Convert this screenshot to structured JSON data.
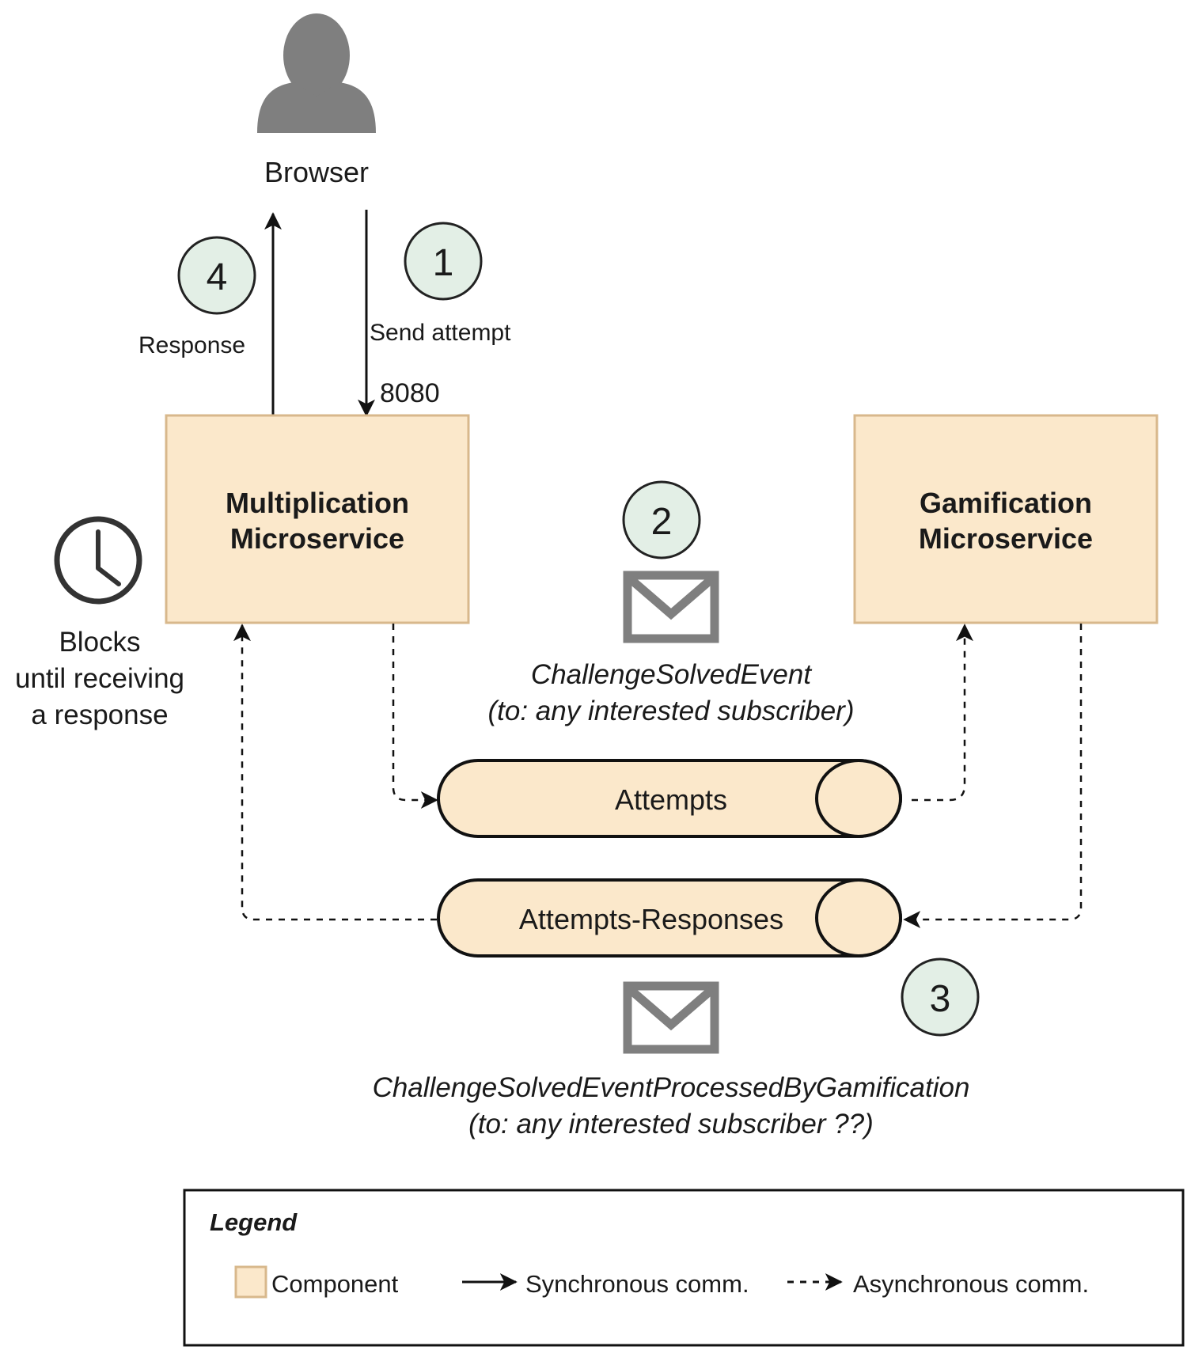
{
  "browser": {
    "label": "Browser"
  },
  "steps": {
    "one": "1",
    "two": "2",
    "three": "3",
    "four": "4"
  },
  "edges": {
    "send_attempt": "Send attempt",
    "port": "8080",
    "response": "Response"
  },
  "components": {
    "multiplication": {
      "line1": "Multiplication",
      "line2": "Microservice"
    },
    "gamification": {
      "line1": "Gamification",
      "line2": "Microservice"
    }
  },
  "blocking_note": {
    "line1": "Blocks",
    "line2": "until receiving",
    "line3": "a response"
  },
  "queues": {
    "attempts": "Attempts",
    "attempts_responses": "Attempts-Responses"
  },
  "events": {
    "solved": {
      "line1": "ChallengeSolvedEvent",
      "line2": "(to: any interested subscriber)"
    },
    "processed": {
      "line1": "ChallengeSolvedEventProcessedByGamification",
      "line2": "(to: any interested subscriber ??)"
    }
  },
  "legend": {
    "title": "Legend",
    "component": "Component",
    "sync": "Synchronous comm.",
    "async": "Asynchronous comm."
  },
  "colors": {
    "component_fill": "#fbe8cb",
    "component_stroke": "#d8b88c",
    "badge_fill": "#e3efe6",
    "icon_gray": "#7f7f7f"
  }
}
